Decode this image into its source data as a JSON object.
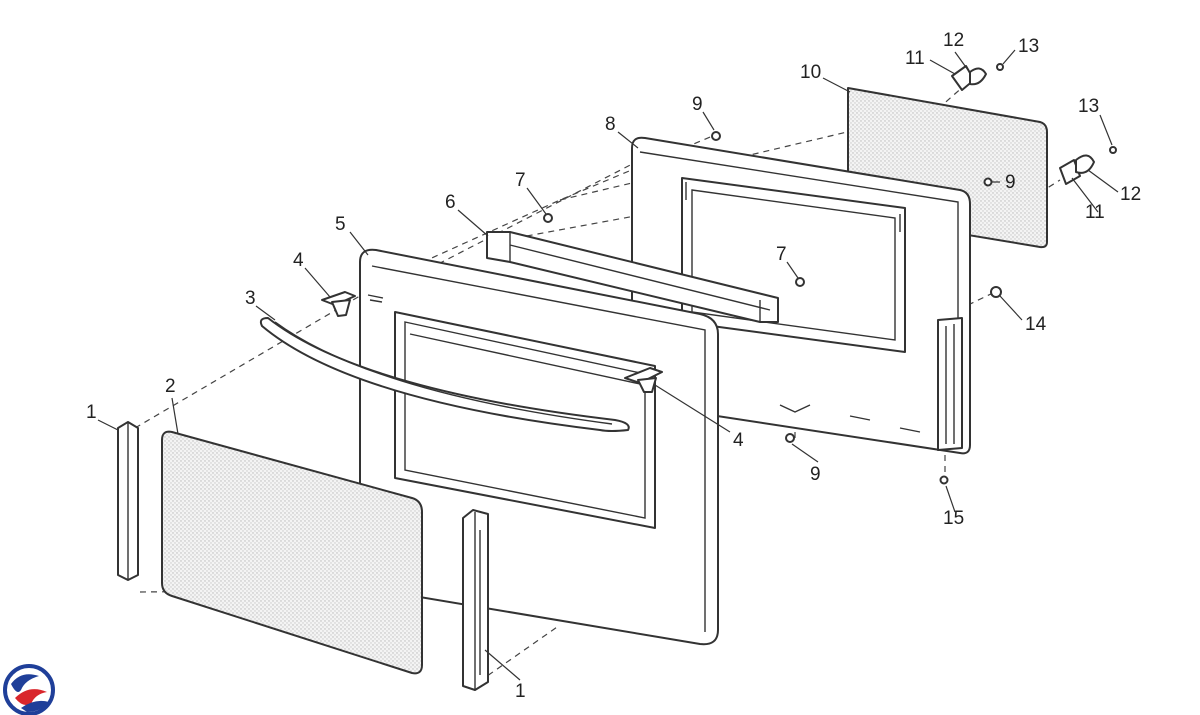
{
  "callouts": [
    {
      "id": "c1a",
      "text": "1"
    },
    {
      "id": "c1b",
      "text": "1"
    },
    {
      "id": "c2",
      "text": "2"
    },
    {
      "id": "c3",
      "text": "3"
    },
    {
      "id": "c4a",
      "text": "4"
    },
    {
      "id": "c4b",
      "text": "4"
    },
    {
      "id": "c5",
      "text": "5"
    },
    {
      "id": "c6",
      "text": "6"
    },
    {
      "id": "c7a",
      "text": "7"
    },
    {
      "id": "c7b",
      "text": "7"
    },
    {
      "id": "c8",
      "text": "8"
    },
    {
      "id": "c9a",
      "text": "9"
    },
    {
      "id": "c9b",
      "text": "9"
    },
    {
      "id": "c9c",
      "text": "9"
    },
    {
      "id": "c10",
      "text": "10"
    },
    {
      "id": "c11a",
      "text": "11"
    },
    {
      "id": "c11b",
      "text": "11"
    },
    {
      "id": "c12a",
      "text": "12"
    },
    {
      "id": "c12b",
      "text": "12"
    },
    {
      "id": "c13a",
      "text": "13"
    },
    {
      "id": "c13b",
      "text": "13"
    },
    {
      "id": "c14",
      "text": "14"
    },
    {
      "id": "c15",
      "text": "15"
    }
  ],
  "logo": {
    "icon": "brand-swirl-logo",
    "colors": [
      "#1f3f99",
      "#d9262c"
    ]
  }
}
